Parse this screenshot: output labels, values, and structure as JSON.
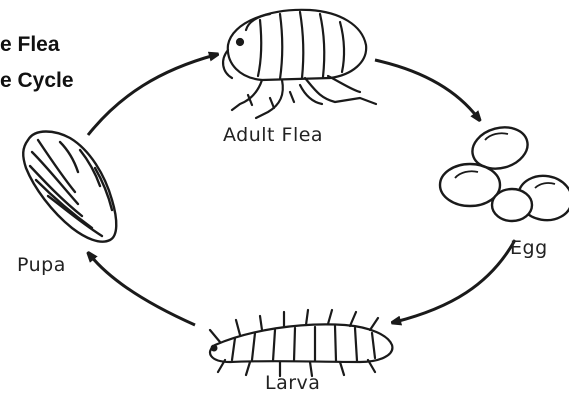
{
  "diagram": {
    "title_lines": [
      "e Flea",
      "e Cycle"
    ],
    "stages": {
      "adult": "Adult Flea",
      "egg": "Egg",
      "larva": "Larva",
      "pupa": "Pupa"
    }
  },
  "colors": {
    "ink": "#1a1a1a",
    "background": "#ffffff"
  }
}
